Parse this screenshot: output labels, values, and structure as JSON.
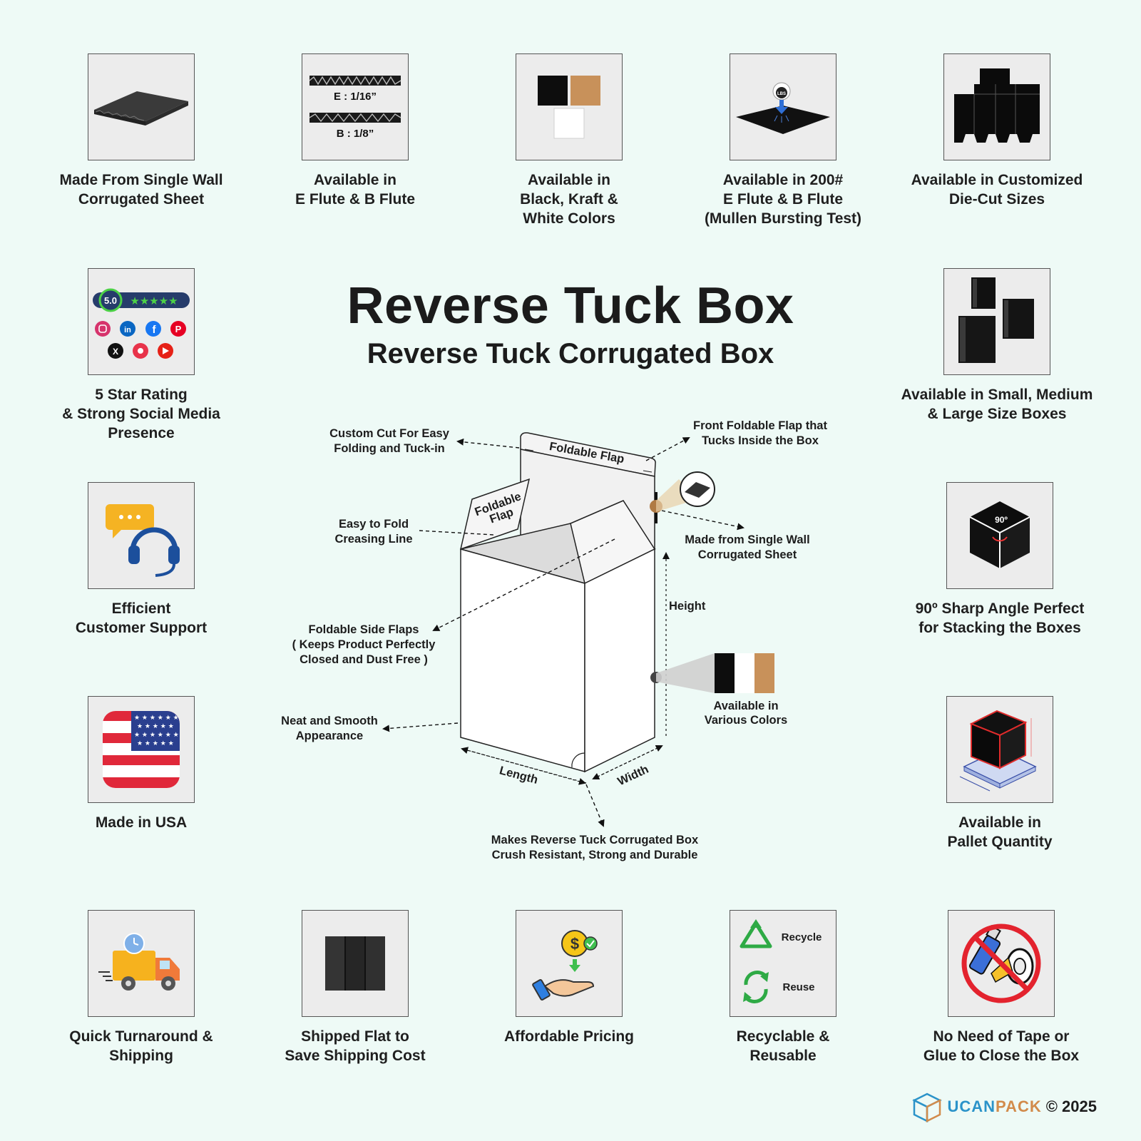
{
  "title": "Reverse Tuck Box",
  "subtitle": "Reverse Tuck Corrugated Box",
  "features": {
    "single_wall": "Made From Single Wall\nCorrugated Sheet",
    "flutes": "Available in\nE Flute & B Flute",
    "colors": "Available in\nBlack, Kraft &\nWhite Colors",
    "mullen": "Available in 200#\nE Flute & B Flute\n(Mullen Bursting Test)",
    "die_cut": "Available in Customized\nDie-Cut Sizes",
    "rating": "5 Star Rating\n& Strong Social Media\nPresence",
    "sizes": "Available in Small, Medium\n& Large Size Boxes",
    "support": "Efficient\nCustomer Support",
    "angle": "90º Sharp Angle Perfect\nfor Stacking the Boxes",
    "usa": "Made in USA",
    "pallet": "Available in\nPallet Quantity",
    "turnaround": "Quick Turnaround &\nShipping",
    "flat": "Shipped Flat to\nSave Shipping Cost",
    "pricing": "Affordable Pricing",
    "recycle": "Recyclable &\nReusable",
    "no_tape": "No Need of Tape or\nGlue to Close the Box"
  },
  "tile_text": {
    "e_flute": "E : 1/16”",
    "b_flute": "B : 1/8”",
    "lbs": "LBS",
    "rating_value": "5.0",
    "stars": "★★★★★",
    "angle_90": "90º",
    "recycle": "Recycle",
    "reuse": "Reuse"
  },
  "diagram": {
    "foldable_flap_top": "Foldable Flap",
    "foldable_flap_side_1": "Foldable",
    "foldable_flap_side_2": "Flap",
    "custom_cut_1": "Custom Cut For Easy",
    "custom_cut_2": "Folding and Tuck-in",
    "front_flap_1": "Front Foldable Flap that",
    "front_flap_2": "Tucks Inside the Box",
    "crease_1": "Easy to Fold",
    "crease_2": "Creasing Line",
    "single_wall_1": "Made from Single Wall",
    "single_wall_2": "Corrugated Sheet",
    "height": "Height",
    "side_flaps_1": "Foldable Side Flaps",
    "side_flaps_2": "( Keeps Product Perfectly",
    "side_flaps_3": "Closed and Dust Free )",
    "various_1": "Available in",
    "various_2": "Various Colors",
    "smooth_1": "Neat and Smooth",
    "smooth_2": "Appearance",
    "length": "Length",
    "width": "Width",
    "crush_1": "Makes Reverse Tuck Corrugated Box",
    "crush_2": "Crush Resistant, Strong and Durable"
  },
  "brand": {
    "name_1": "UCAN",
    "name_2": "PACK",
    "copyright": "© 2025"
  },
  "colors": {
    "background": "#eefaf6",
    "kraft": "#c8915a",
    "black": "#0d0d0d",
    "usa_red": "#e0283a",
    "usa_blue": "#2a3f8f",
    "brand_blue": "#2b93c9",
    "brand_orange": "#d28b4b"
  }
}
